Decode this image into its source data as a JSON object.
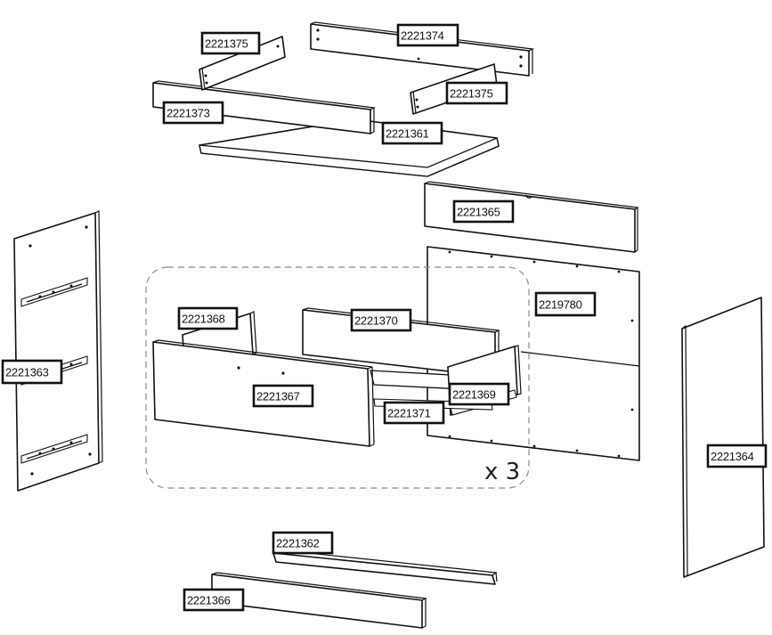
{
  "diagram": {
    "parts": [
      {
        "id": "p1",
        "number": "2221375"
      },
      {
        "id": "p2",
        "number": "2221374"
      },
      {
        "id": "p3",
        "number": "2221375"
      },
      {
        "id": "p4",
        "number": "2221373"
      },
      {
        "id": "p5",
        "number": "2221361"
      },
      {
        "id": "p6",
        "number": "2221365"
      },
      {
        "id": "p7",
        "number": "2219780"
      },
      {
        "id": "p8",
        "number": "2221363"
      },
      {
        "id": "p9",
        "number": "2221368"
      },
      {
        "id": "p10",
        "number": "2221370"
      },
      {
        "id": "p11",
        "number": "2221367"
      },
      {
        "id": "p12",
        "number": "2221369"
      },
      {
        "id": "p13",
        "number": "2221371"
      },
      {
        "id": "p14",
        "number": "2221364"
      },
      {
        "id": "p15",
        "number": "2221362"
      },
      {
        "id": "p16",
        "number": "2221366"
      }
    ],
    "drawer_quantity": "x 3"
  },
  "colors": {
    "line": "#111111",
    "dash": "#8a8a8a",
    "background": "#ffffff"
  }
}
